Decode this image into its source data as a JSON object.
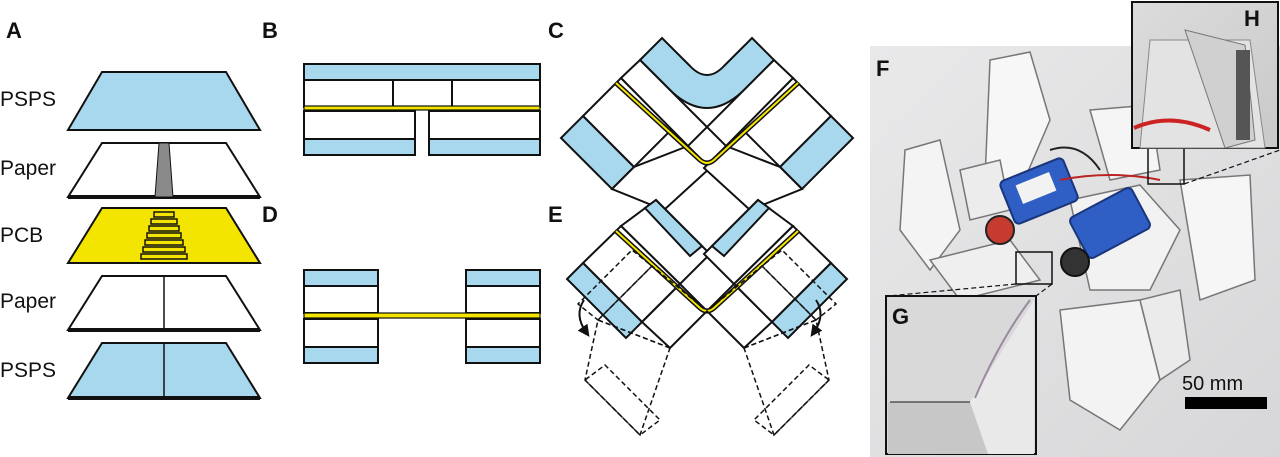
{
  "panels": {
    "A": "A",
    "B": "B",
    "C": "C",
    "D": "D",
    "E": "E",
    "F": "F",
    "G": "G",
    "H": "H"
  },
  "layers": [
    "PSPS",
    "Paper",
    "PCB",
    "Paper",
    "PSPS"
  ],
  "scale_bar": "50 mm",
  "colors": {
    "psps": "#a8d8ee",
    "pcb": "#f4e500",
    "paper": "#ffffff",
    "outline": "#111111"
  }
}
